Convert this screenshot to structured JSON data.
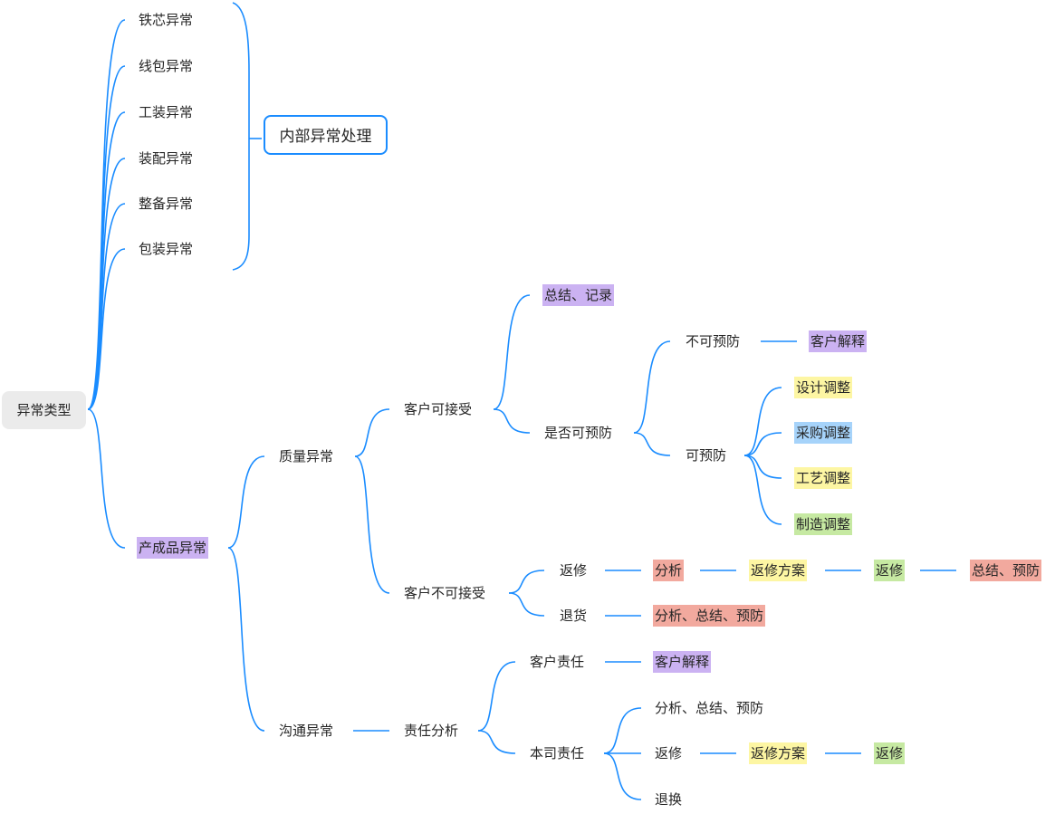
{
  "root": "异常类型",
  "internal": {
    "items": [
      "铁芯异常",
      "线包异常",
      "工装异常",
      "装配异常",
      "整备异常",
      "包装异常"
    ],
    "summary": "内部异常处理"
  },
  "product": {
    "label": "产成品异常",
    "quality": {
      "label": "质量异常",
      "acceptable": {
        "label": "客户可接受",
        "record": "总结、记录",
        "preventable_q": "是否可预防",
        "not_preventable": "不可预防",
        "not_preventable_action": "客户解释",
        "preventable": "可预防",
        "adjustments": [
          "设计调整",
          "采购调整",
          "工艺调整",
          "制造调整"
        ]
      },
      "unacceptable": {
        "label": "客户不可接受",
        "rework": "返修",
        "rework_chain": [
          "分析",
          "返修方案",
          "返修",
          "总结、预防"
        ],
        "return": "退货",
        "return_action": "分析、总结、预防"
      }
    },
    "communication": {
      "label": "沟通异常",
      "analysis": "责任分析",
      "customer": "客户责任",
      "customer_action": "客户解释",
      "company": "本司责任",
      "company_items": [
        "分析、总结、预防",
        "返修",
        "退换"
      ],
      "company_rework_chain": [
        "返修方案",
        "返修"
      ]
    }
  },
  "colors": {
    "line": "#1a8cff",
    "purple": "#cbb2f2",
    "yellow": "#fdf6a3",
    "blue": "#a6d3fa",
    "green": "#c6e9a2",
    "red": "#f2a99e"
  }
}
